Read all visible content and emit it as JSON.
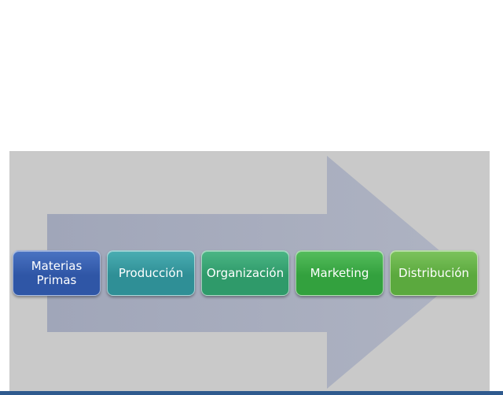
{
  "diagram": {
    "steps": [
      {
        "label": "Materias\nPrimas",
        "color": "#2f56a6",
        "gradient_top": "#4a73c2"
      },
      {
        "label": "Producción",
        "color": "#2f8f96",
        "gradient_top": "#4aaeb2"
      },
      {
        "label": "Organización",
        "color": "#2f9a6a",
        "gradient_top": "#4bb685"
      },
      {
        "label": "Marketing",
        "color": "#33a13e",
        "gradient_top": "#55bd5d"
      },
      {
        "label": "Distribución",
        "color": "#5ba93e",
        "gradient_top": "#7cc35d"
      }
    ],
    "colors": {
      "panel": "#c9c9c9",
      "arrow": "#a9aebf",
      "bottom_bar": "#2f5a8e"
    }
  }
}
